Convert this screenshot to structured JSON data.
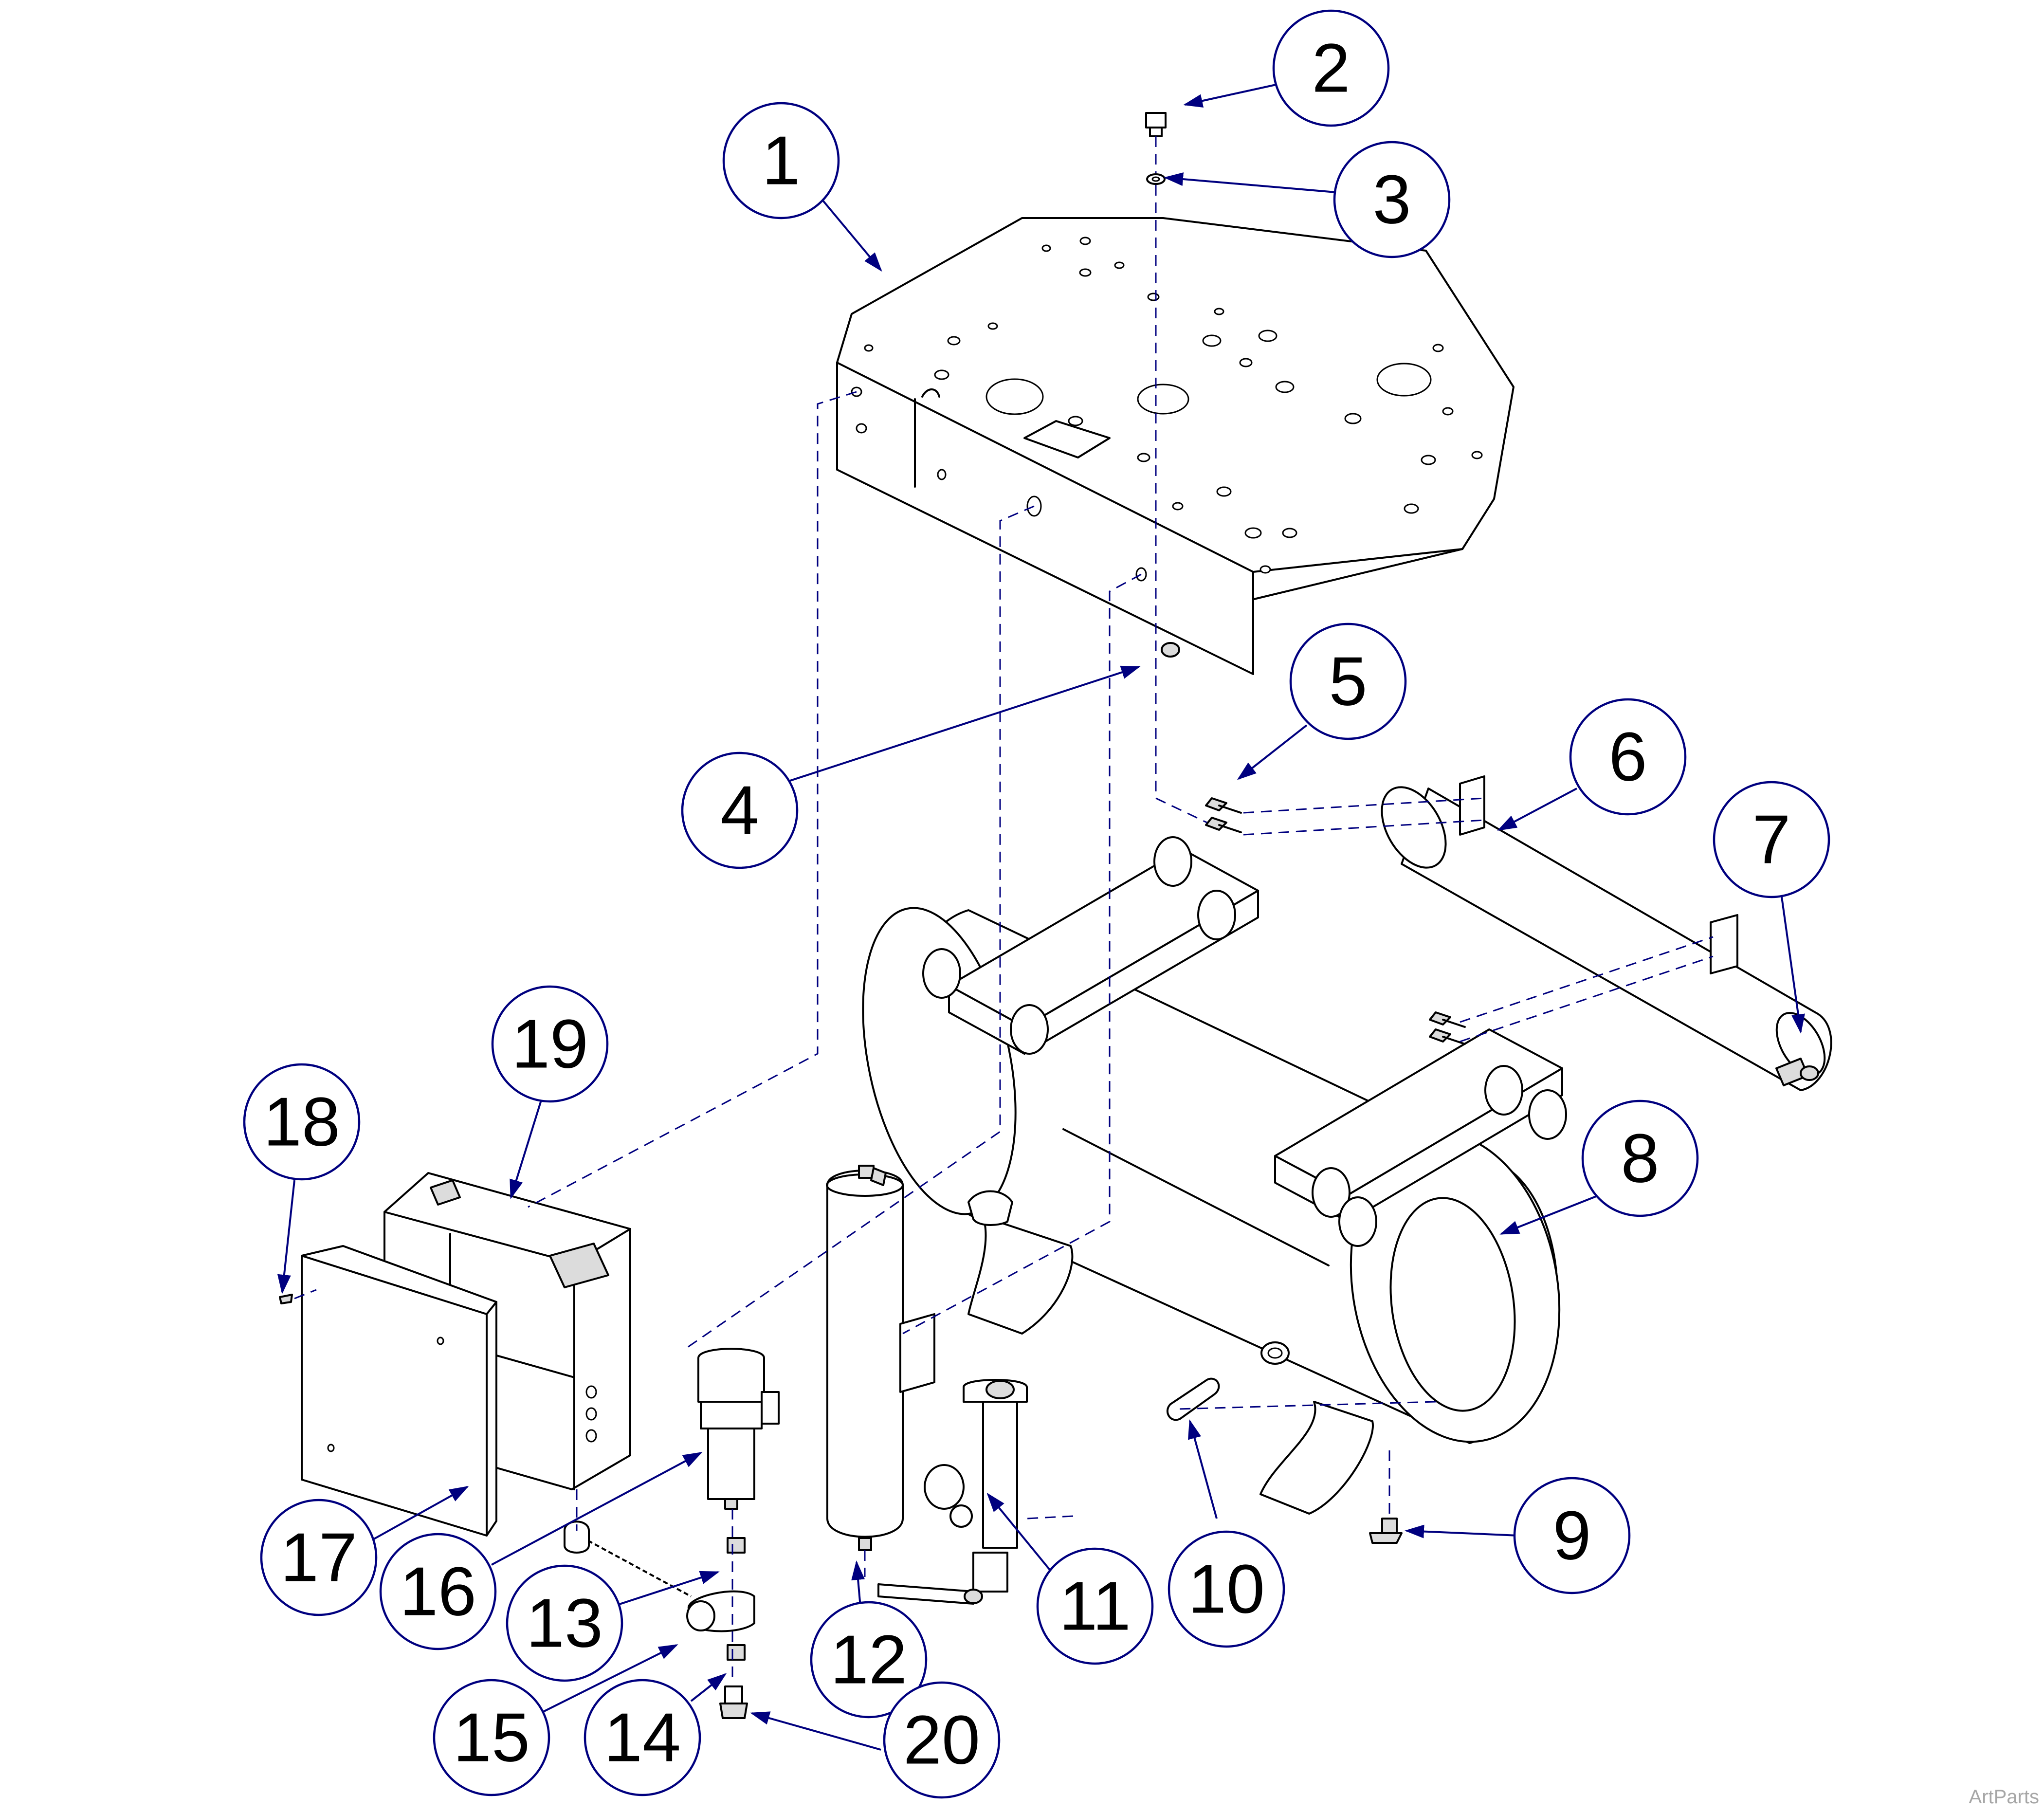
{
  "diagram": {
    "balloons": [
      {
        "number": "1"
      },
      {
        "number": "2"
      },
      {
        "number": "3"
      },
      {
        "number": "4"
      },
      {
        "number": "5"
      },
      {
        "number": "6"
      },
      {
        "number": "7"
      },
      {
        "number": "8"
      },
      {
        "number": "9"
      },
      {
        "number": "10"
      },
      {
        "number": "11"
      },
      {
        "number": "12"
      },
      {
        "number": "13"
      },
      {
        "number": "14"
      },
      {
        "number": "15"
      },
      {
        "number": "16"
      },
      {
        "number": "17"
      },
      {
        "number": "18"
      },
      {
        "number": "19"
      },
      {
        "number": "20"
      }
    ],
    "watermark": "ArtParts",
    "colors": {
      "balloon_outline": "#00007f",
      "leader": "#00007f",
      "line_art": "#000000",
      "watermark": "#a6a6a6"
    }
  }
}
